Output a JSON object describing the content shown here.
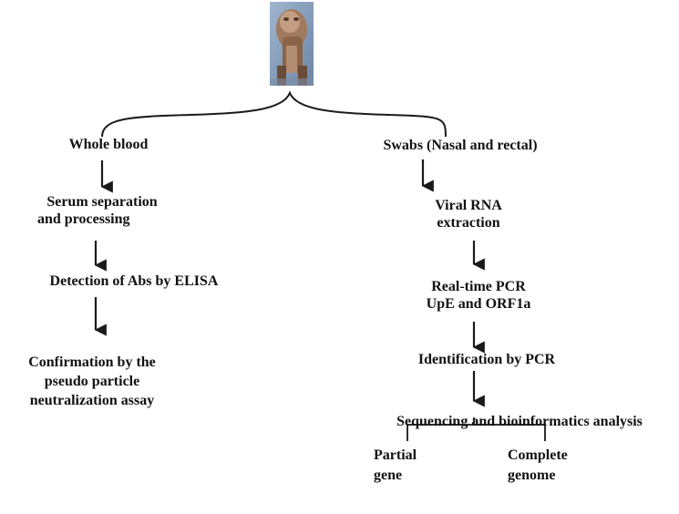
{
  "photo": {
    "subject": "camel-photo",
    "colors": [
      "#7d5b44",
      "#b59179",
      "#8aa6c4",
      "#4e3a2c"
    ]
  },
  "left_branch": {
    "step1": "Whole blood",
    "step2": [
      "Serum separation",
      "and processing"
    ],
    "step3": "Detection of Abs by ELISA",
    "step4": [
      "Confirmation by the",
      "pseudo particle",
      "neutralization assay"
    ]
  },
  "right_branch": {
    "step1": "Swabs (Nasal and rectal)",
    "step2": [
      "Viral RNA",
      "extraction"
    ],
    "step3": [
      "Real-time PCR",
      "UpE and ORF1a"
    ],
    "step4": "Identification by PCR",
    "step5": "Sequencing and bioinformatics analysis",
    "outcomes": [
      [
        "Partial",
        "gene"
      ],
      [
        "Complete",
        "genome"
      ]
    ]
  },
  "colors": {
    "text": "#111111",
    "line": "#1a1a1a"
  }
}
